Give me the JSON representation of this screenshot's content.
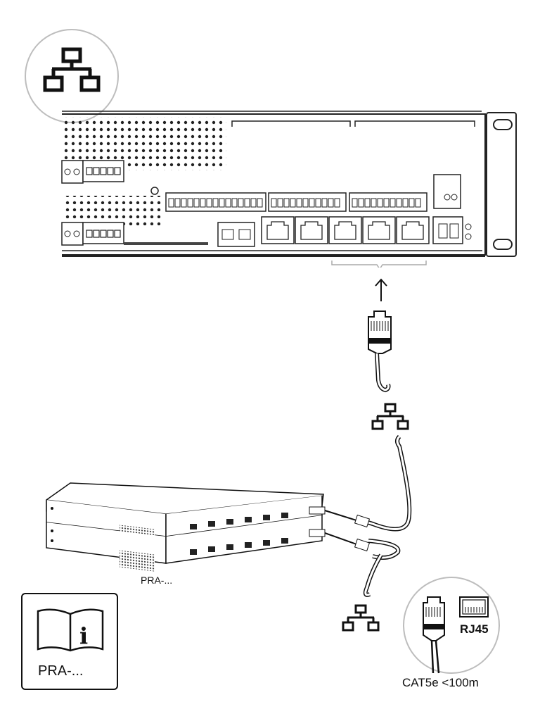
{
  "labels": {
    "rack_units": "PRA-...",
    "manual": "PRA-...",
    "connector": "RJ45",
    "cable_spec": "CAT5e <100m"
  },
  "icons": [
    "network-icon",
    "rj45-plug-icon",
    "rj45-socket-icon",
    "manual-info-icon",
    "up-arrow-icon"
  ]
}
